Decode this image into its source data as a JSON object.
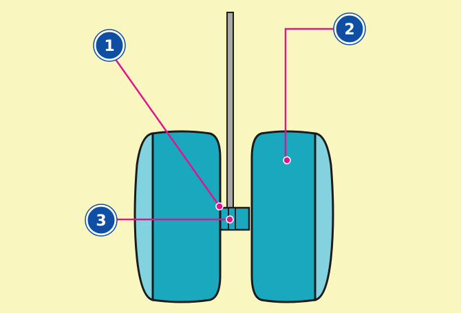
{
  "colors": {
    "background": "#f9f6c0",
    "tire_face": "#1aa8bf",
    "tire_side": "#82d2df",
    "outline": "#1a1a1a",
    "leader": "#e0148c",
    "badge_fill": "#0f4fa3",
    "badge_ring": "#ffffff",
    "strut": "#a8a8a8"
  },
  "callouts": [
    {
      "id": "1",
      "label": "1"
    },
    {
      "id": "2",
      "label": "2"
    },
    {
      "id": "3",
      "label": "3"
    }
  ]
}
